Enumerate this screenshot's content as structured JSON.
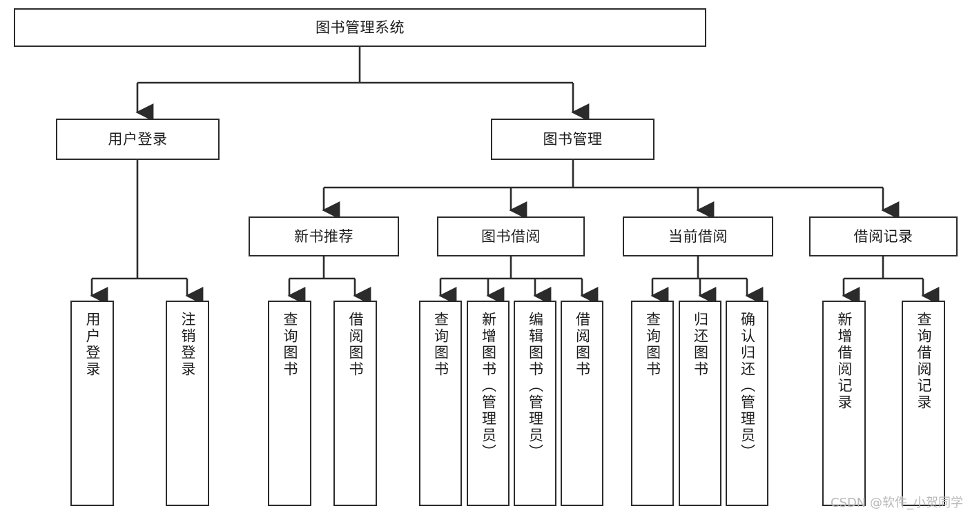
{
  "diagram": {
    "title": "图书管理系统",
    "watermark": "CSDN @软件_小贺同学",
    "colors": {
      "box_border": "#2b2b2b",
      "box_fill": "#ffffff",
      "connector": "#2b2b2b",
      "text": "#1c1c1c",
      "watermark": "#b8b8b8"
    },
    "nodes": {
      "root": {
        "label": "图书管理系统"
      },
      "level2": [
        {
          "id": "user-login",
          "label": "用户登录"
        },
        {
          "id": "book-manage",
          "label": "图书管理"
        }
      ],
      "level3": [
        {
          "id": "new-book-recommend",
          "label": "新书推荐"
        },
        {
          "id": "book-borrow",
          "label": "图书借阅"
        },
        {
          "id": "current-borrow",
          "label": "当前借阅"
        },
        {
          "id": "borrow-record",
          "label": "借阅记录"
        }
      ],
      "leaves": [
        {
          "id": "leaf-user-login",
          "label": "用户登录"
        },
        {
          "id": "leaf-logout",
          "label": "注销登录"
        },
        {
          "id": "leaf-query-book-1",
          "label": "查询图书"
        },
        {
          "id": "leaf-borrow-book-1",
          "label": "借阅图书"
        },
        {
          "id": "leaf-query-book-2",
          "label": "查询图书"
        },
        {
          "id": "leaf-add-book",
          "label": "新增图书（管理员）"
        },
        {
          "id": "leaf-edit-book",
          "label": "编辑图书（管理员）"
        },
        {
          "id": "leaf-borrow-book-2",
          "label": "借阅图书"
        },
        {
          "id": "leaf-query-book-3",
          "label": "查询图书"
        },
        {
          "id": "leaf-return-book",
          "label": "归还图书"
        },
        {
          "id": "leaf-confirm-return",
          "label": "确认归还（管理员）"
        },
        {
          "id": "leaf-add-record",
          "label": "新增借阅记录"
        },
        {
          "id": "leaf-query-record",
          "label": "查询借阅记录"
        }
      ]
    }
  }
}
